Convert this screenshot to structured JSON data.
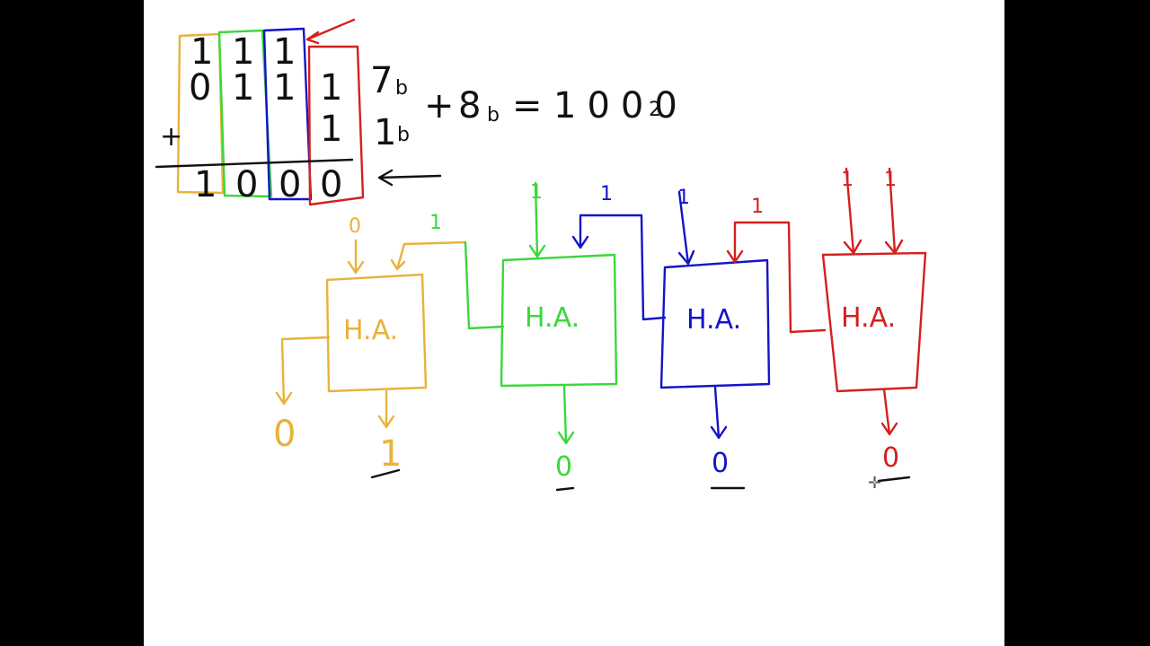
{
  "colors": {
    "yellow": "#e8b23a",
    "green": "#3ad83a",
    "blue": "#1414c8",
    "red": "#d42020",
    "black": "#111111",
    "page": "#ffffff",
    "frame": "#000000"
  },
  "addition": {
    "carry_row": [
      "1",
      "1",
      "1",
      ""
    ],
    "top_row": [
      "0",
      "1",
      "1",
      "1"
    ],
    "bottom_row": [
      "",
      "",
      "",
      "1"
    ],
    "sum_row": [
      "1",
      "0",
      "0",
      "0"
    ],
    "plus_sign": "+",
    "top_label": "7",
    "bottom_label": "1",
    "label_sub": "b"
  },
  "equation": {
    "lhs": "7",
    "lhs_sub": "b",
    "plus": "+",
    "rhs": "8",
    "rhs_sub": "b",
    "equals": "=",
    "result": "1000",
    "result_sub": "2"
  },
  "adders": [
    {
      "label": "H.A.",
      "color": "yellow",
      "in_a": "0",
      "carry_in": "1",
      "sum": "1",
      "carry_out": "0"
    },
    {
      "label": "H.A.",
      "color": "green",
      "in_a": "1",
      "carry_in": "1",
      "sum": "0"
    },
    {
      "label": "H.A.",
      "color": "blue",
      "in_a": "1",
      "carry_in": "1",
      "sum": "0"
    },
    {
      "label": "H.A.",
      "color": "red",
      "in_a": "1",
      "in_b": "1",
      "sum": "0"
    }
  ]
}
